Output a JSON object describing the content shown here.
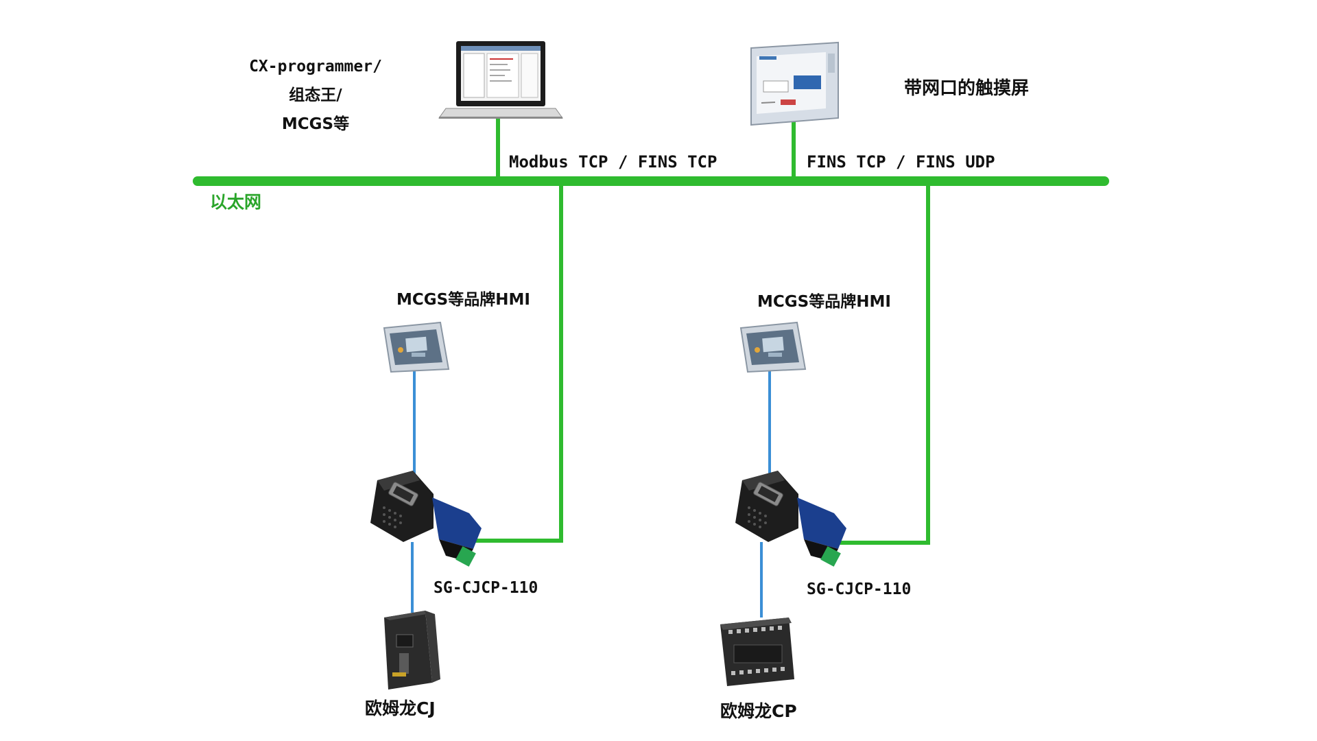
{
  "labels": {
    "software": [
      "CX-programmer/",
      "组态王/",
      "MCGS等"
    ],
    "touchscreen": "带网口的触摸屏",
    "protocol_left": "Modbus TCP / FINS TCP",
    "protocol_right": "FINS TCP / FINS UDP",
    "network": "以太网",
    "hmi_left": "MCGS等品牌HMI",
    "hmi_right": "MCGS等品牌HMI",
    "adapter_left": "SG-CJCP-110",
    "adapter_right": "SG-CJCP-110",
    "plc_left": "欧姆龙CJ",
    "plc_right": "欧姆龙CP"
  },
  "icons": {
    "laptop": "laptop-icon",
    "touchscreen": "touch-screen-icon",
    "hmi": "hmi-panel-icon",
    "adapter": "ethernet-adapter-icon",
    "plc_cj": "plc-cj-icon",
    "plc_cp": "plc-cp-icon"
  },
  "colors": {
    "ethernet": "#2fbb2f",
    "serial": "#3b8fd6",
    "network_label": "#2aa52a"
  }
}
